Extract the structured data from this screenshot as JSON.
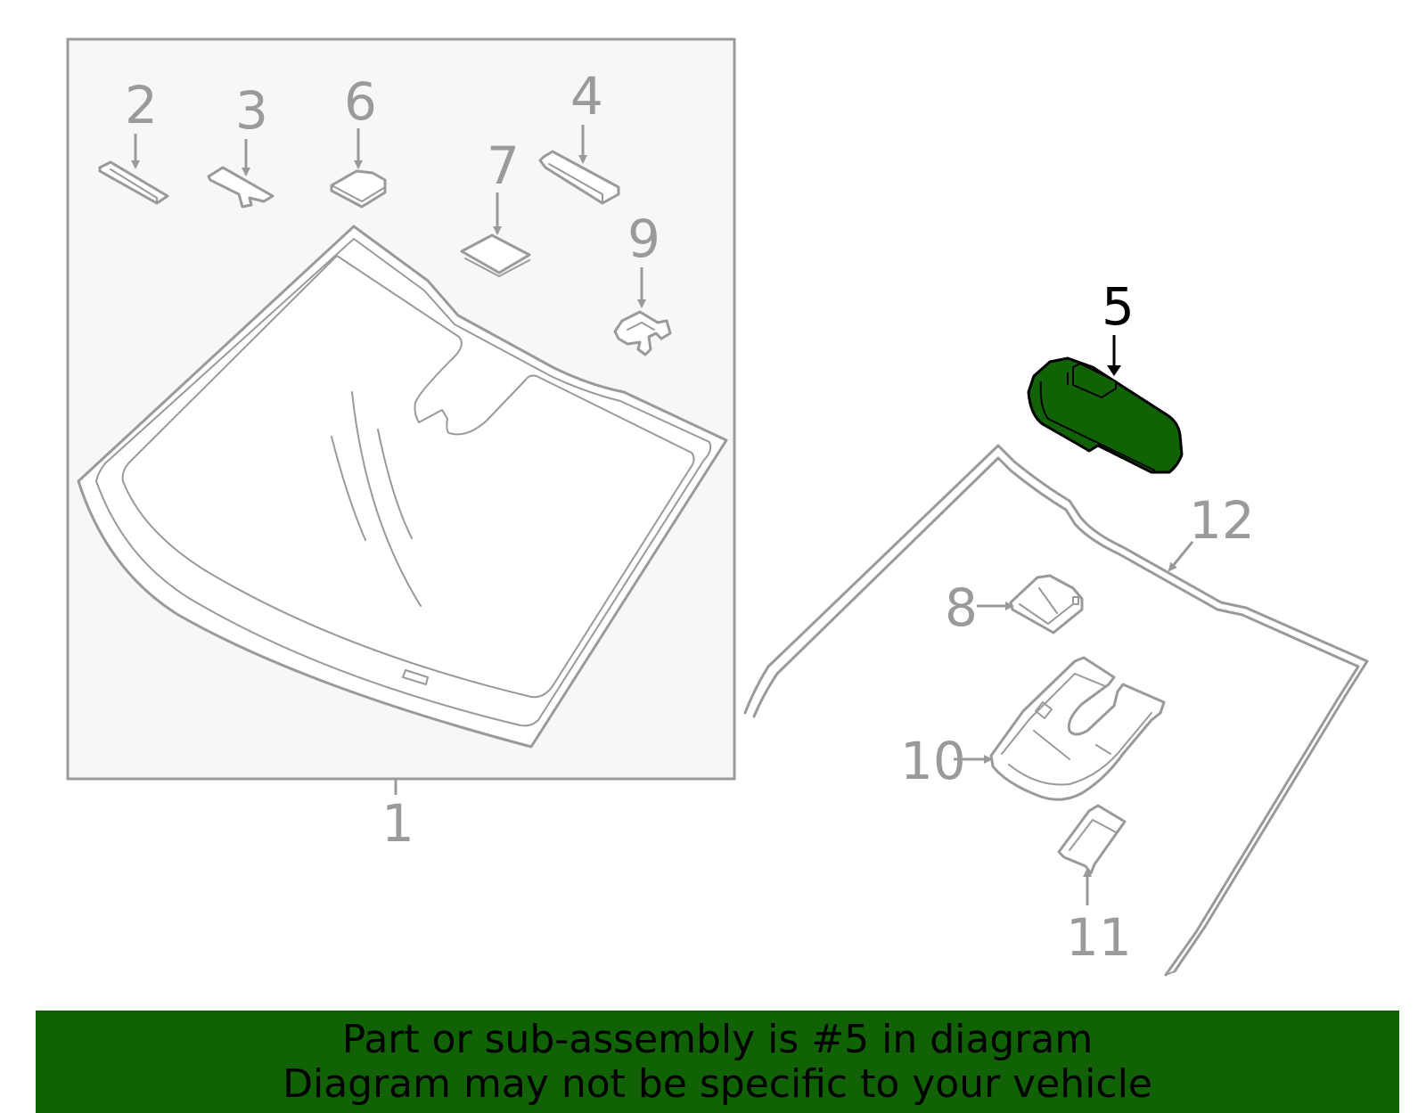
{
  "diagram": {
    "callouts": [
      {
        "id": "1",
        "label": "1"
      },
      {
        "id": "2",
        "label": "2"
      },
      {
        "id": "3",
        "label": "3"
      },
      {
        "id": "4",
        "label": "4"
      },
      {
        "id": "5",
        "label": "5",
        "highlighted": true
      },
      {
        "id": "6",
        "label": "6"
      },
      {
        "id": "7",
        "label": "7"
      },
      {
        "id": "8",
        "label": "8"
      },
      {
        "id": "9",
        "label": "9"
      },
      {
        "id": "10",
        "label": "10"
      },
      {
        "id": "11",
        "label": "11"
      },
      {
        "id": "12",
        "label": "12"
      }
    ],
    "colors": {
      "highlight": "#116105",
      "line": "#9a9a9a",
      "panel": "#f7f7f7"
    }
  },
  "banner": {
    "line1": "Part or sub-assembly is #5 in diagram",
    "line2": "Diagram may not be specific to your vehicle"
  }
}
